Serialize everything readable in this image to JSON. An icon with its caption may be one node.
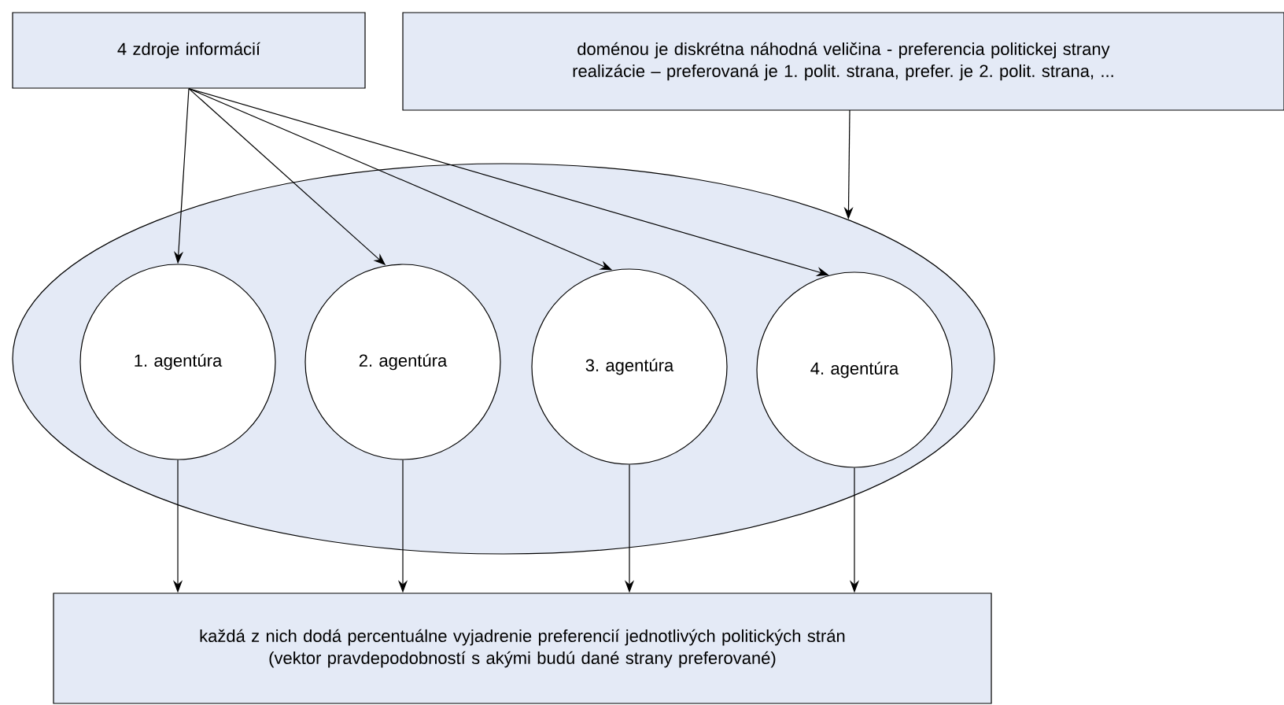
{
  "diagram": {
    "nodes": [
      {
        "text": [
          "4 zdroje informácií"
        ]
      },
      {
        "text": [
          "doménou je diskrétna náhodná veličina - preferencia politickej strany",
          "realizácie – preferovaná je 1. polit. strana, prefer. je 2. polit. strana, ..."
        ]
      },
      {
        "text": [],
        "shape": "ellipse"
      },
      {
        "text": [
          "1. agentúra"
        ],
        "in": 2
      },
      {
        "text": [
          "2. agentúra"
        ],
        "in": 2
      },
      {
        "text": [
          "3. agentúra"
        ],
        "in": 2
      },
      {
        "text": [
          "4. agentúra"
        ],
        "in": 2
      },
      {
        "text": [
          "každá z nich dodá percentuálne vyjadrenie preferencií jednotlivých politických strán",
          "(vektor pravdepodobností s akými budú dané strany preferované)"
        ]
      }
    ],
    "edges": [
      {
        "from": 0,
        "to": 3,
        "arrow": "to"
      },
      {
        "from": 0,
        "to": 4,
        "arrow": "to"
      },
      {
        "from": 0,
        "to": 5,
        "arrow": "to"
      },
      {
        "from": 0,
        "to": 6,
        "arrow": "to"
      },
      {
        "from": 1,
        "to": 2,
        "arrow": "to"
      },
      {
        "from": 3,
        "to": 7,
        "arrow": "to"
      },
      {
        "from": 4,
        "to": 7,
        "arrow": "to"
      },
      {
        "from": 5,
        "to": 7,
        "arrow": "to"
      },
      {
        "from": 6,
        "to": 7,
        "arrow": "to"
      }
    ]
  }
}
